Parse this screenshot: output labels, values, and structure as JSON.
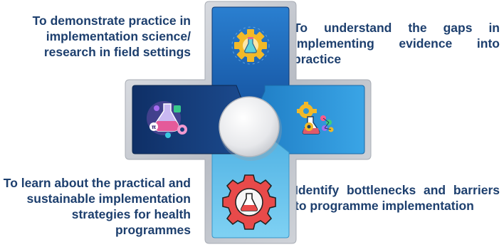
{
  "captions": {
    "top_left": "To demonstrate practice in implementation science/ research in field settings",
    "top_right": "To understand the gaps in implementing evidence into practice",
    "bottom_left": "To learn about the practical and sustainable implementation strategies for health programmes",
    "bottom_right": "Identify bottlenecks and barriers to programme implementation"
  },
  "colors": {
    "text": "#1d3f6e",
    "top_arm": "#1c62b4",
    "right_arm": "#2f95d6",
    "bottom_arm": "#5fc0ec",
    "left_arm": "#163e7c",
    "frame": "#c4c8cf"
  },
  "icons": {
    "top": "gear-flask-icon",
    "right": "gear-flask-molecule-icon",
    "bottom": "gear-beaker-icon",
    "left": "science-flask-icon"
  }
}
